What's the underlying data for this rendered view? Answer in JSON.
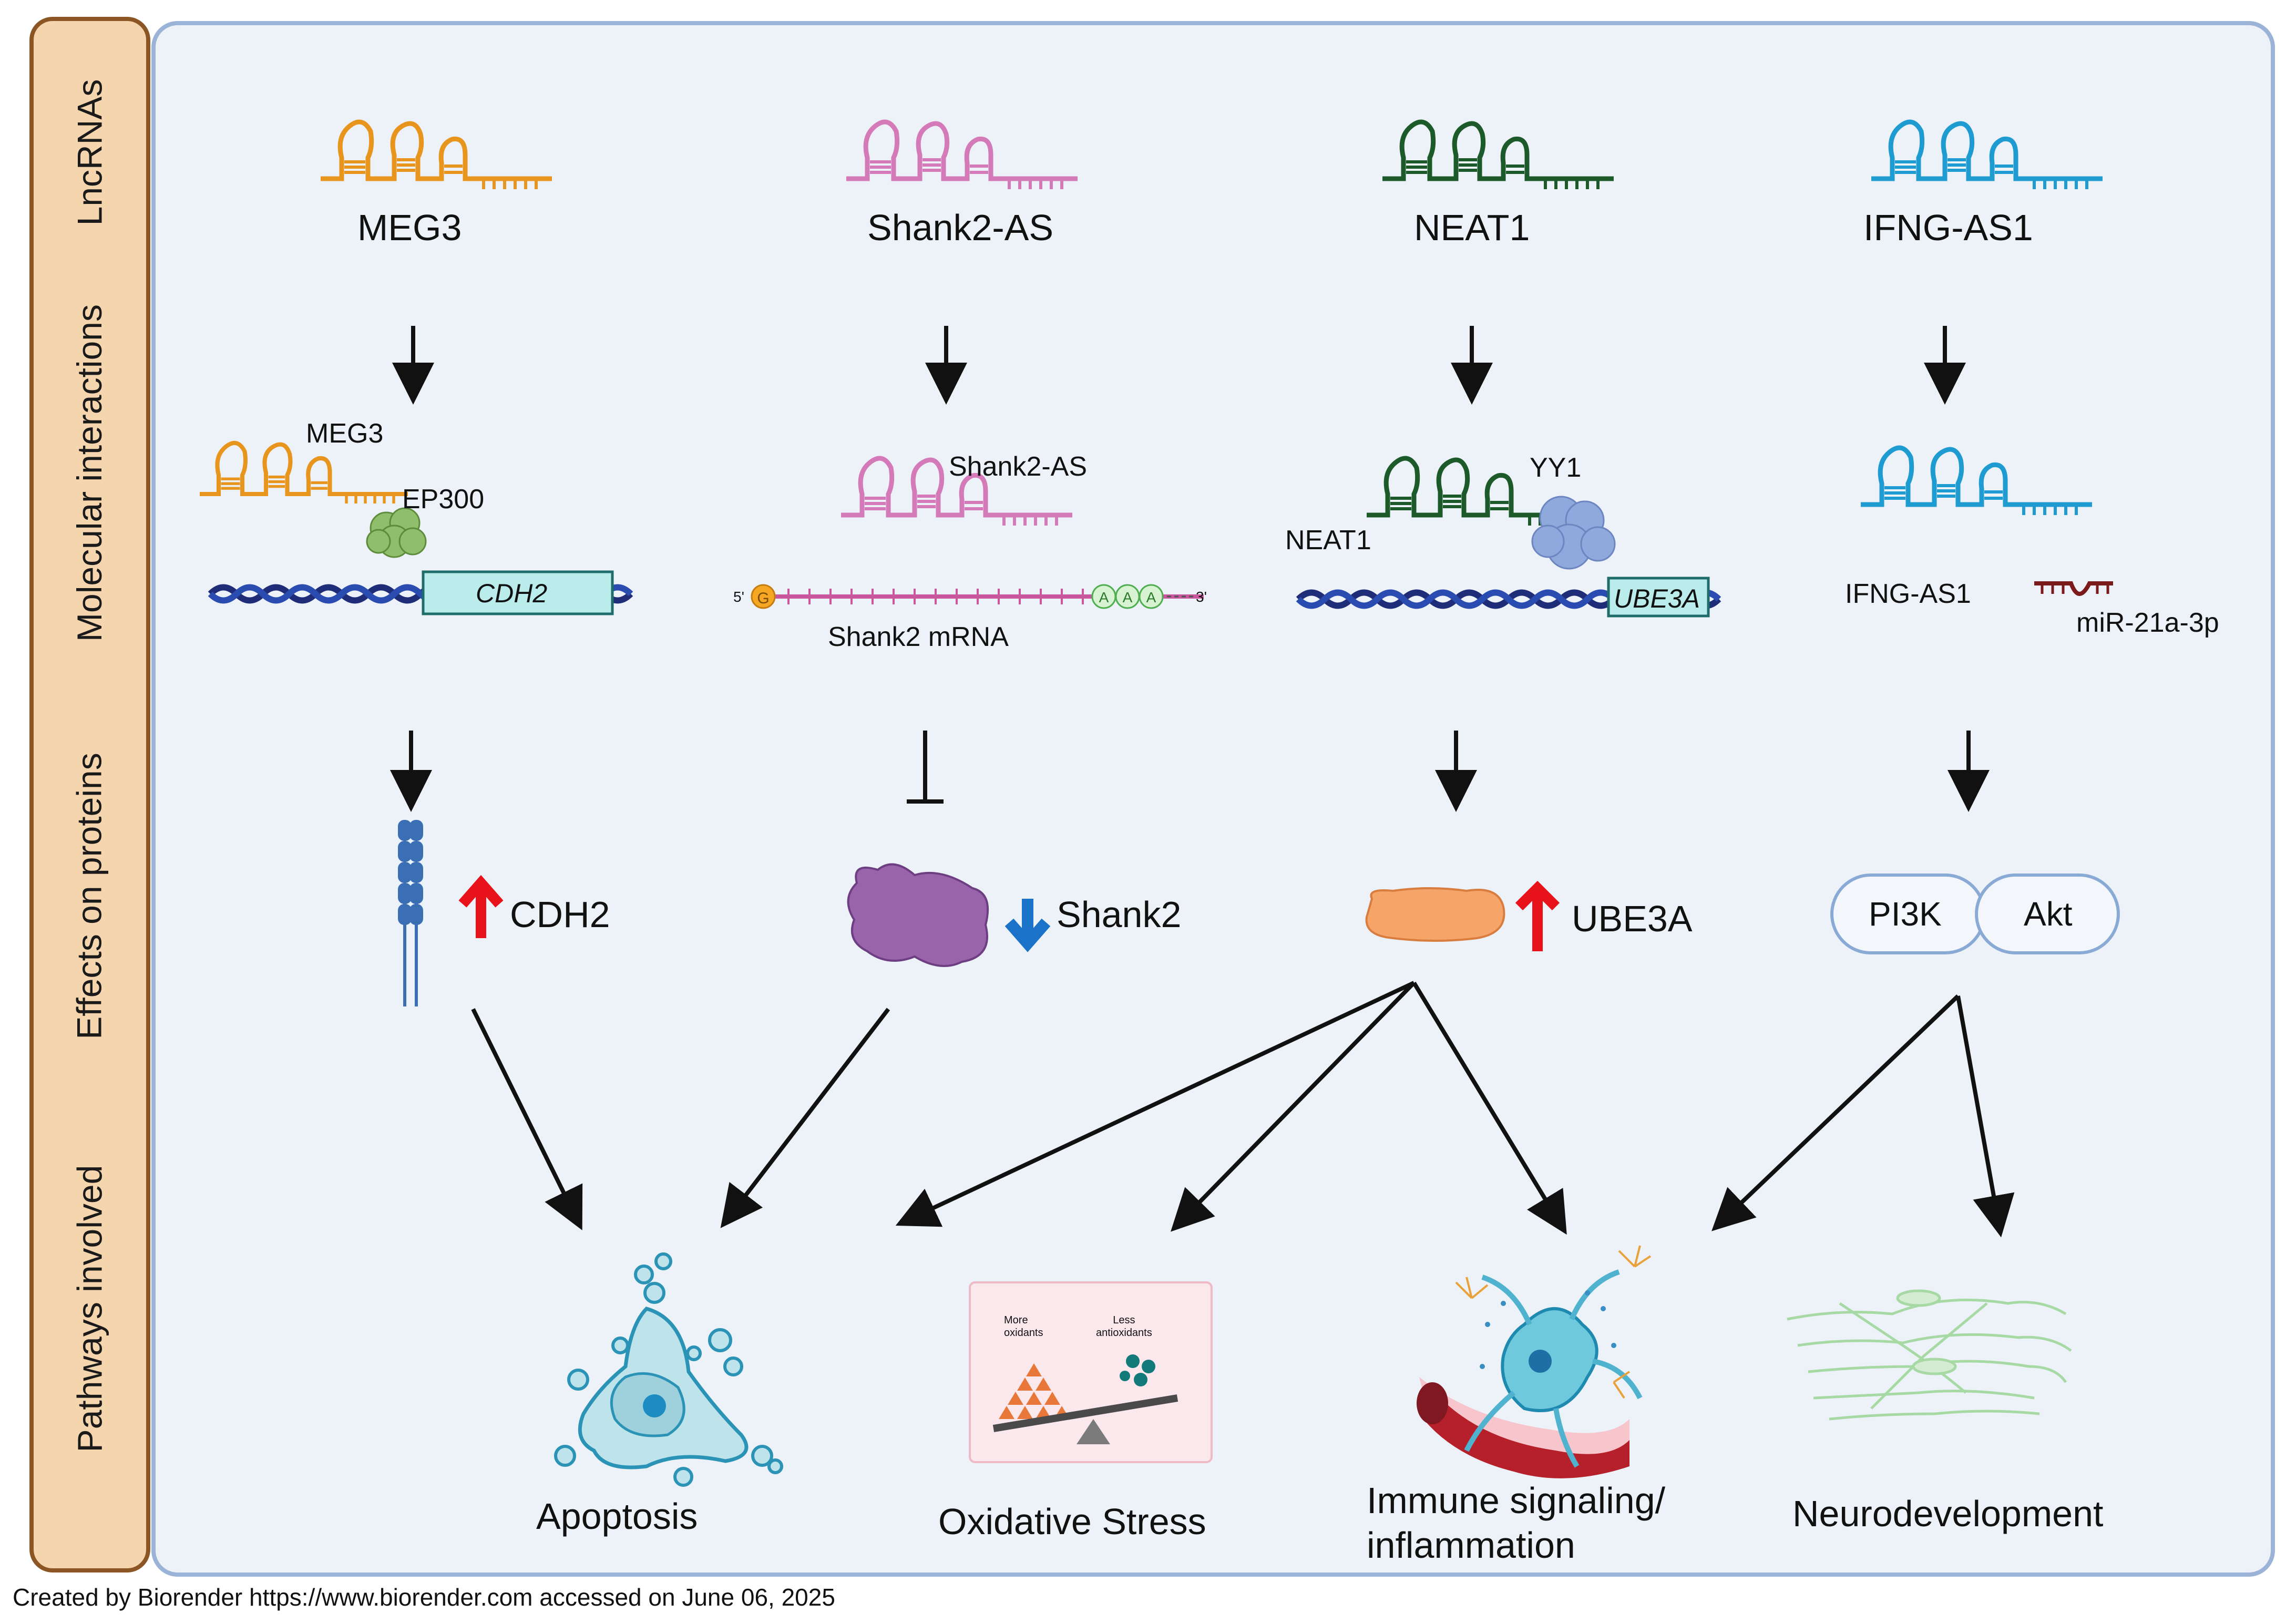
{
  "rows": {
    "lncrnas": "LncRNAs",
    "molecular": "Molecular interactions",
    "effects": "Effects on proteins",
    "pathways": "Pathways involved"
  },
  "lncrnas": [
    {
      "name": "MEG3",
      "color": "#e8951e"
    },
    {
      "name": "Shank2-AS",
      "color": "#d47ab8"
    },
    {
      "name": "NEAT1",
      "color": "#1d5a2a"
    },
    {
      "name": "IFNG-AS1",
      "color": "#1e9bd0"
    }
  ],
  "interactions": {
    "meg3": {
      "rna": "MEG3",
      "protein": "EP300",
      "gene": "CDH2"
    },
    "shank2": {
      "rna": "Shank2-AS",
      "mrna": "Shank2 mRNA",
      "five_prime": "5'",
      "three_prime": "3'",
      "cap": "G",
      "polyA": "A"
    },
    "neat1": {
      "rna": "NEAT1",
      "protein": "YY1",
      "gene": "UBE3A"
    },
    "ifng": {
      "rna": "IFNG-AS1",
      "mirna": "miR-21a-3p"
    }
  },
  "proteins": {
    "cdh2": "CDH2",
    "shank2": "Shank2",
    "ube3a": "UBE3A",
    "pi3k": "PI3K",
    "akt": "Akt"
  },
  "pathways": {
    "apoptosis": "Apoptosis",
    "oxidative": "Oxidative Stress",
    "immune_line1": "Immune signaling/",
    "immune_line2": "inflammation",
    "neuro": "Neurodevelopment",
    "more_oxidants_1": "More",
    "more_oxidants_2": "oxidants",
    "less_antioxidants_1": "Less",
    "less_antioxidants_2": "antioxidants"
  },
  "credit": "Created by Biorender https://www.biorender.com accessed on June 06, 2025"
}
